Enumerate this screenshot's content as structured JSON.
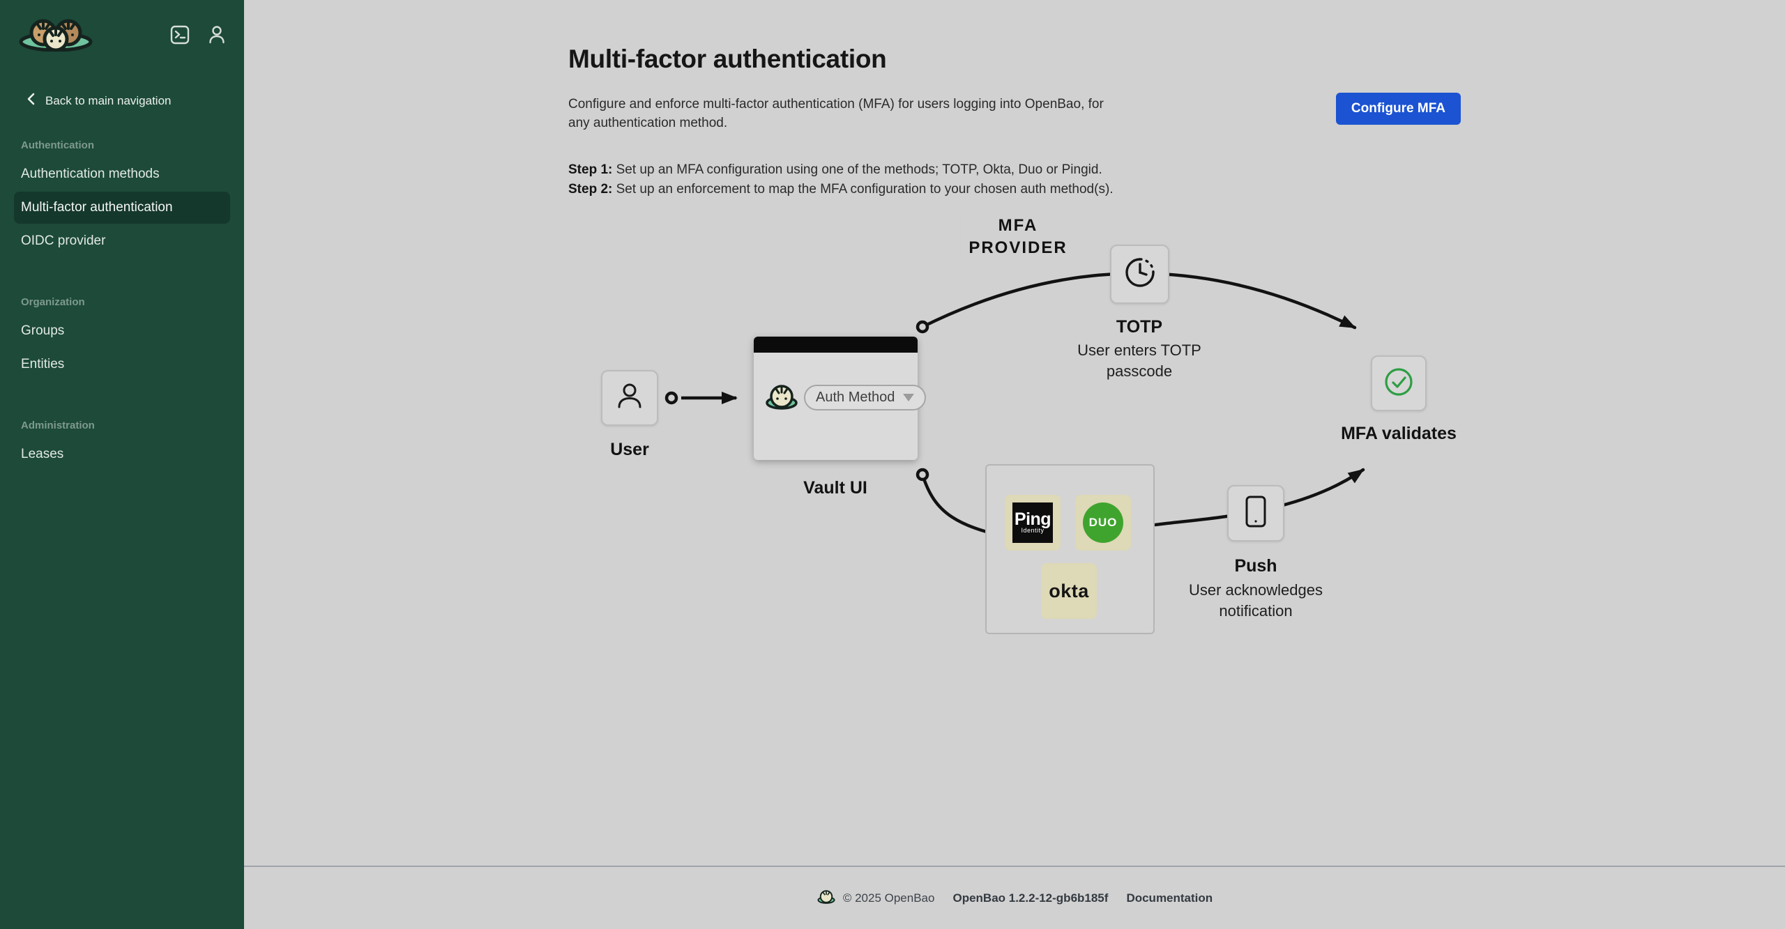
{
  "sidebar": {
    "back_label": "Back to main navigation",
    "sections": [
      {
        "label": "Authentication",
        "items": [
          {
            "label": "Authentication methods",
            "active": false
          },
          {
            "label": "Multi-factor authentication",
            "active": true
          },
          {
            "label": "OIDC provider",
            "active": false
          }
        ]
      },
      {
        "label": "Organization",
        "items": [
          {
            "label": "Groups",
            "active": false
          },
          {
            "label": "Entities",
            "active": false
          }
        ]
      },
      {
        "label": "Administration",
        "items": [
          {
            "label": "Leases",
            "active": false
          }
        ]
      }
    ]
  },
  "header": {
    "title": "Multi-factor authentication",
    "description": "Configure and enforce multi-factor authentication (MFA) for users logging into OpenBao, for any authentication method.",
    "step1_label": "Step 1:",
    "step1_text": " Set up an MFA configuration using one of the methods; TOTP, Okta, Duo or Pingid.",
    "step2_label": "Step 2:",
    "step2_text": " Set up an enforcement to map the MFA configuration to your chosen auth method(s).",
    "configure_button": "Configure MFA"
  },
  "diagram": {
    "user_label": "User",
    "vault_ui_label": "Vault UI",
    "auth_method_label": "Auth Method",
    "totp_label": "TOTP",
    "totp_description": "User enters TOTP passcode",
    "mfa_provider_line1": "MFA",
    "mfa_provider_line2": "PROVIDER",
    "providers": [
      {
        "name": "Ping Identity",
        "wordmark": "Ping",
        "submark": "Identity"
      },
      {
        "name": "Duo",
        "wordmark": "DUO"
      },
      {
        "name": "Okta",
        "wordmark": "okta"
      }
    ],
    "push_label": "Push",
    "push_description": "User acknowledges notification",
    "validates_label": "MFA validates"
  },
  "footer": {
    "copyright": "© 2025 OpenBao",
    "version": "OpenBao 1.2.2-12-gb6b185f",
    "docs_label": "Documentation"
  },
  "colors": {
    "sidebar_green": "#1d4a39",
    "sidebar_active": "#15382c",
    "page_background": "#d1d1d1",
    "accent_blue": "#1b53d2",
    "tile_beige": "#ded9b6",
    "duo_green": "#3fa42e",
    "check_green": "#2e9e44"
  }
}
